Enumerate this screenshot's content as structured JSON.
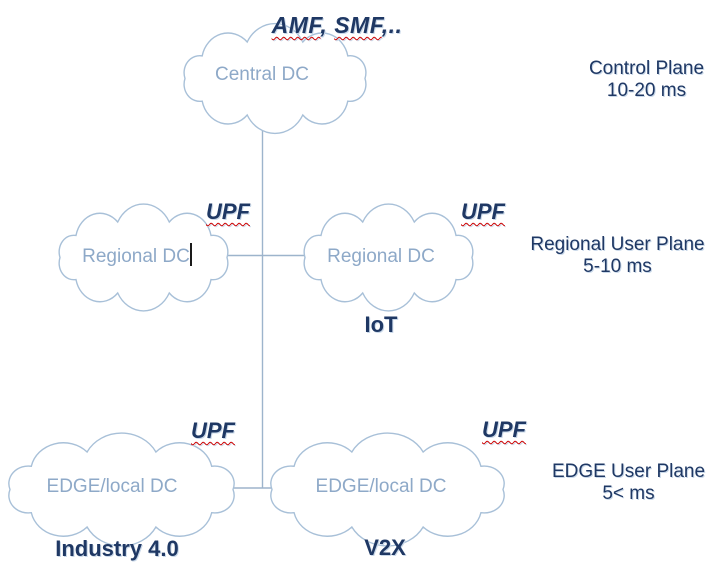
{
  "colors": {
    "background": "#ffffff",
    "navy_text": "#1f3864",
    "cloud_outline": "#a8c0d8",
    "cloud_text": "#8ea9c8",
    "connector": "#9db4cc",
    "squiggle_red": "#cc0000",
    "halo": "#c9d8e9"
  },
  "title": {
    "word1": "AMF",
    "sep": ", ",
    "word2": "SMF",
    "tail": ",.."
  },
  "clouds": {
    "central": {
      "label": "Central DC"
    },
    "regional_left": {
      "label": "Regional DC"
    },
    "regional_right": {
      "label": "Regional DC"
    },
    "edge_left": {
      "label": "EDGE/local DC"
    },
    "edge_right": {
      "label": "EDGE/local DC"
    }
  },
  "upf_labels": {
    "regional_left": "UPF",
    "regional_right": "UPF",
    "edge_left": "UPF",
    "edge_right": "UPF"
  },
  "use_cases": {
    "iot": "IoT",
    "industry_40": "Industry 4.0",
    "v2x": "V2X"
  },
  "annotations": {
    "control_plane": {
      "title": "Control Plane",
      "latency": "10-20 ms"
    },
    "regional_user_plane": {
      "title": "Regional User Plane",
      "latency": "5-10 ms"
    },
    "edge_user_plane": {
      "title": "EDGE User Plane",
      "latency": "5< ms"
    }
  }
}
